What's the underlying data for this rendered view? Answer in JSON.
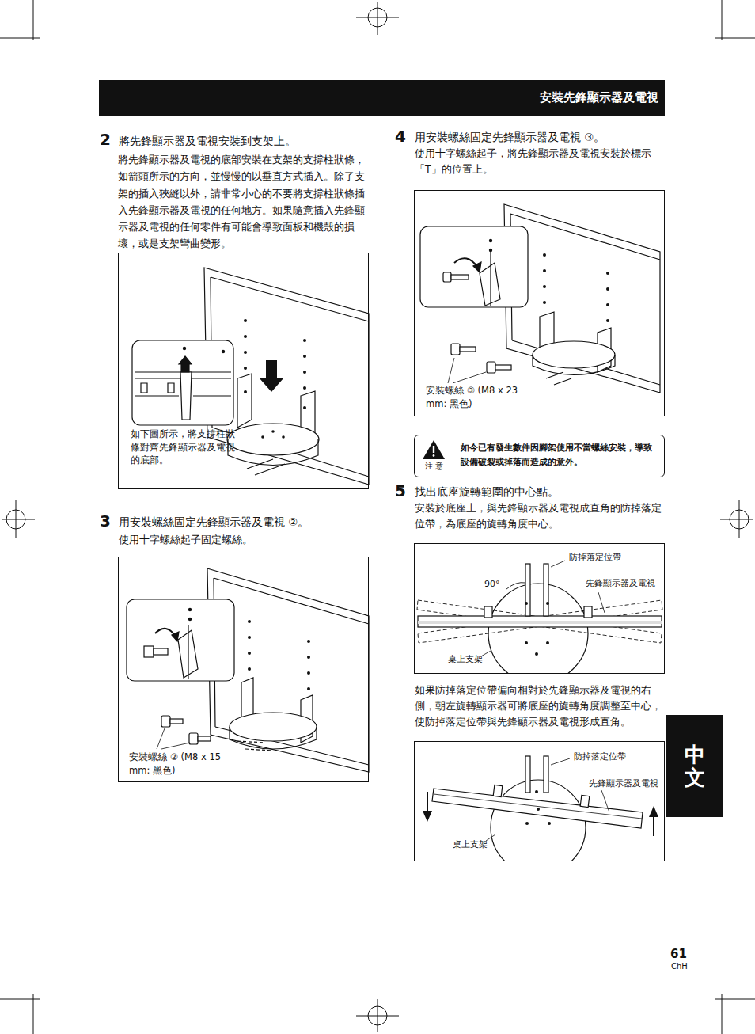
{
  "diagram": {
    "title": "安裝先鋒顯示器及電視",
    "nodes": [
      {
        "text": [
          "如下圖所示，將支撐柱狀條對齊先鋒顯示器及電視的底部。"
        ]
      },
      {
        "text": [
          "安裝螺絲 ② (M8 x 15 mm: 黑色)"
        ]
      },
      {
        "text": [
          "安裝螺絲 ③ (M8 x 23 mm: 黑色)"
        ]
      },
      {
        "text": [
          "注 意",
          "如今已有發生數件因腳架使用不當螺絲安裝，導致設備破裂或掉落而造成的意外。"
        ]
      },
      {
        "text": [
          "防掉落定位帶",
          "90°",
          "先鋒顯示器及電視",
          "桌上支架"
        ]
      },
      {
        "text": [
          "防掉落定位帶",
          "先鋒顯示器及電視",
          "桌上支架"
        ]
      },
      {
        "text": [
          "中文"
        ]
      }
    ],
    "labels": [
      "2",
      "將先鋒顯示器及電視安裝到支架上。",
      "將先鋒顯示器及電視的底部安裝在支架的支撐柱狀條，如箭頭所示的方向，並慢慢的以垂直方式插入。除了支架的插入狹縫以外，請非常小心的不要將支撐柱狀條插入先鋒顯示器及電視的任何地方。如果隨意插入先鋒顯示器及電視的任何零件有可能會導致面板和機殼的損壞，或是支架彎曲變形。",
      "3",
      "用安裝螺絲固定先鋒顯示器及電視 ②。",
      "使用十字螺絲起子固定螺絲。",
      "4",
      "用安裝螺絲固定先鋒顯示器及電視 ③。",
      "使用十字螺絲起子，將先鋒顯示器及電視安裝於標示「T」的位置上。",
      "5",
      "找出底座旋轉範圍的中心點。",
      "安裝於底座上，與先鋒顯示器及電視成直角的防掉落定位帶，為底座的旋轉角度中心。",
      "如果防掉落定位帶偏向相對於先鋒顯示器及電視的右側，朝左旋轉顯示器可將底座的旋轉角度調整至中心，使防掉落定位帶與先鋒顯示器及電視形成直角。",
      "61",
      "ChH"
    ]
  }
}
